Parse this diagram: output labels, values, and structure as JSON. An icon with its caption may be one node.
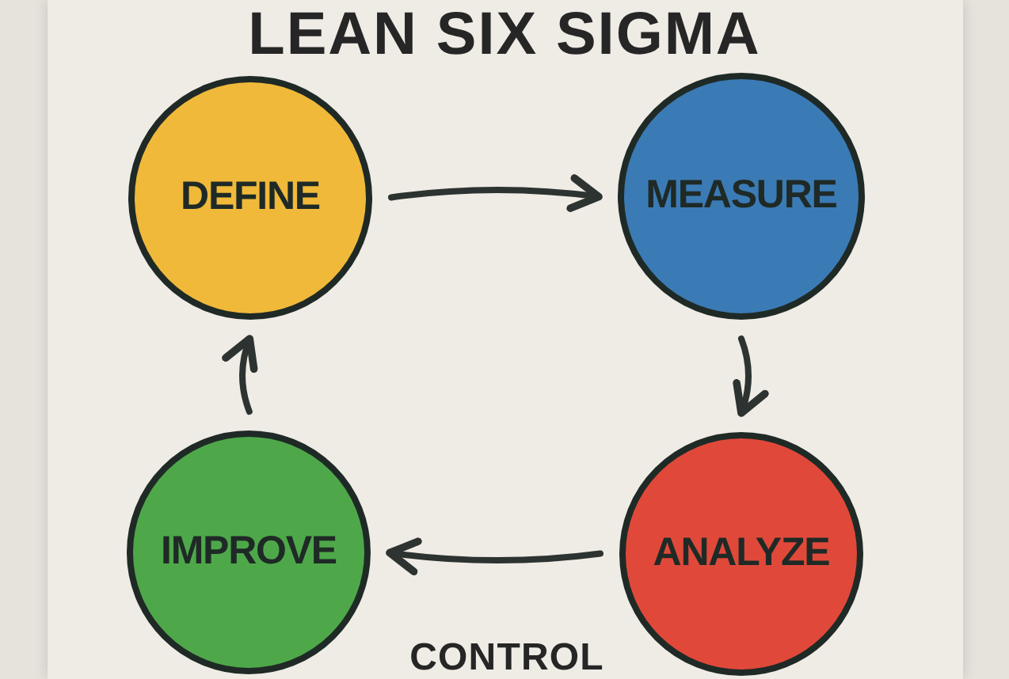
{
  "diagram": {
    "title": "LEAN SIX SIGMA",
    "nodes": [
      {
        "text": [
          "DEFINE"
        ]
      },
      {
        "text": [
          "MEASURE"
        ]
      },
      {
        "text": [
          "IMPROVE"
        ]
      },
      {
        "text": [
          "ANALYZE"
        ]
      }
    ],
    "edges": [
      {
        "from": 0,
        "to": 1,
        "arrow": "to"
      },
      {
        "from": 1,
        "to": 3,
        "arrow": "to"
      },
      {
        "from": 3,
        "to": 2,
        "arrow": "to"
      },
      {
        "from": 2,
        "to": 0,
        "arrow": "to"
      }
    ],
    "labels": [
      "CONTROL"
    ]
  }
}
